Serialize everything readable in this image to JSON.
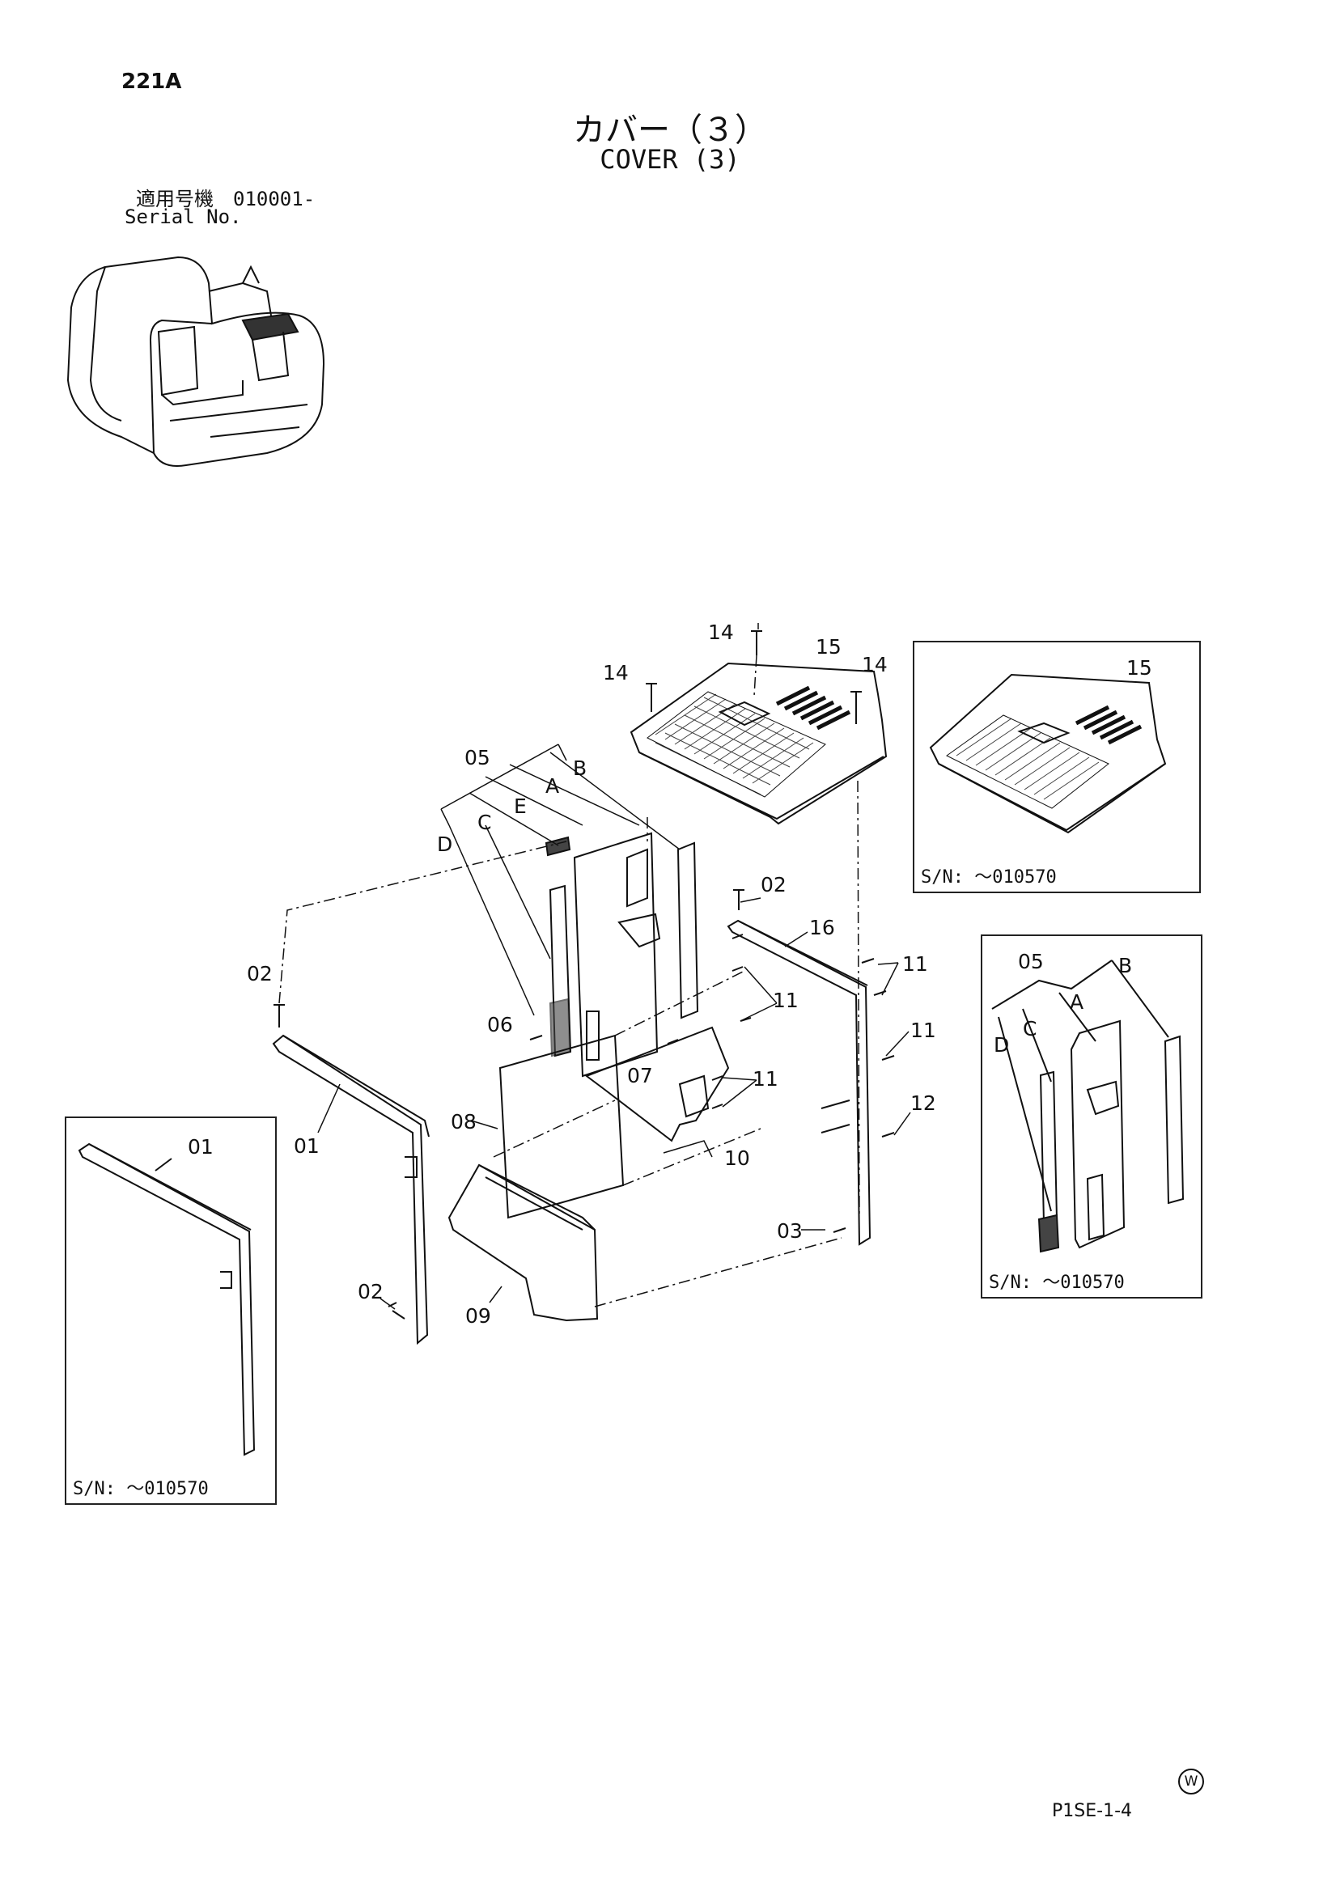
{
  "header": {
    "page_code": "221A",
    "title_jp": "カバー（３）",
    "title_en": "COVER (3)",
    "serial_label_jp": "適用号機　010001-",
    "serial_label_en": "Serial No."
  },
  "callouts": {
    "c14a": "14",
    "c14b": "14",
    "c14c": "14",
    "c15": "15",
    "c05": "05",
    "cA": "A",
    "cB": "B",
    "cC": "C",
    "cD": "D",
    "cE": "E",
    "c02a": "02",
    "c02b": "02",
    "c02c": "02",
    "c16": "16",
    "c11a": "11",
    "c11b": "11",
    "c11c": "11",
    "c11d": "11",
    "c12": "12",
    "c06": "06",
    "c07": "07",
    "c08": "08",
    "c10": "10",
    "c01": "01",
    "c03": "03",
    "c09": "09"
  },
  "insets": {
    "top_cover": {
      "part": "15",
      "sn": "S/N: ～010570"
    },
    "bracket": {
      "part05": "05",
      "A": "A",
      "B": "B",
      "C": "C",
      "D": "D",
      "sn": "S/N: ～010570"
    },
    "frame": {
      "part": "01",
      "sn": "S/N: ～010570"
    }
  },
  "footer": {
    "watermark": "W",
    "doc_code": "P1SE-1-4"
  }
}
